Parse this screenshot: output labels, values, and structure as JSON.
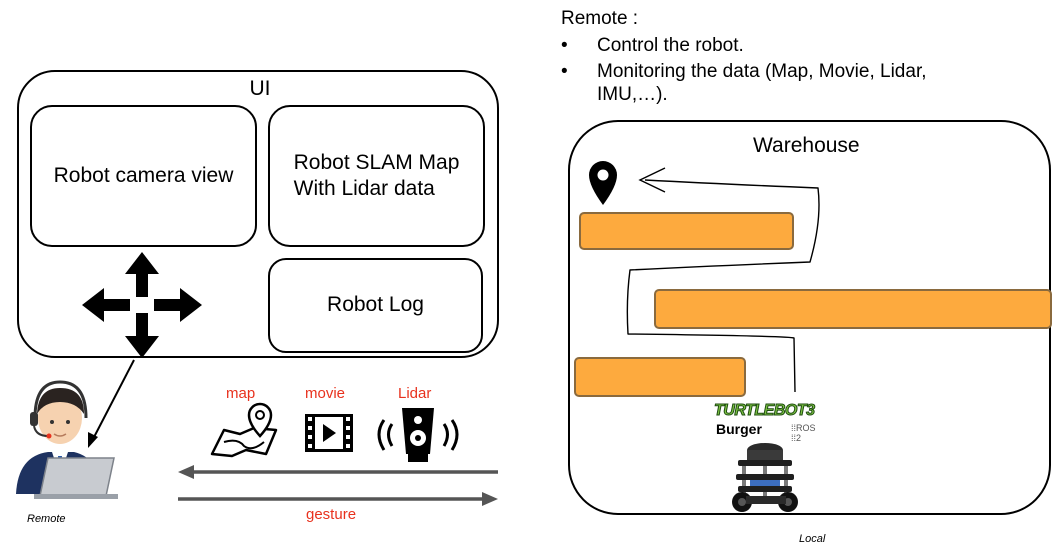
{
  "ui": {
    "title": "UI",
    "camera_view": "Robot camera view",
    "slam_map_line1": "Robot SLAM Map",
    "slam_map_line2": "With Lidar data",
    "log": "Robot Log"
  },
  "remote_side": {
    "caption": "Remote",
    "data_streams": [
      {
        "label": "map",
        "icon": "map-pin-icon"
      },
      {
        "label": "movie",
        "icon": "film-play-icon"
      },
      {
        "label": "Lidar",
        "icon": "lidar-sensor-icon"
      }
    ],
    "gesture_label": "gesture"
  },
  "remote_notes": {
    "heading": "Remote :",
    "items": [
      "Control the robot.",
      "Monitoring the data (Map, Movie, Lidar, IMU,…)."
    ]
  },
  "warehouse": {
    "title": "Warehouse",
    "robot_brand": "TURTLEBOT3",
    "robot_model": "Burger",
    "ros_badge_line1": "ROS",
    "ros_badge_line2": "2",
    "caption": "Local"
  },
  "colors": {
    "text_red": "#e8321e",
    "shelf_orange": "#fdaa3e",
    "turtlebot_green": "#7cc242",
    "arrow_gray": "#555555"
  }
}
